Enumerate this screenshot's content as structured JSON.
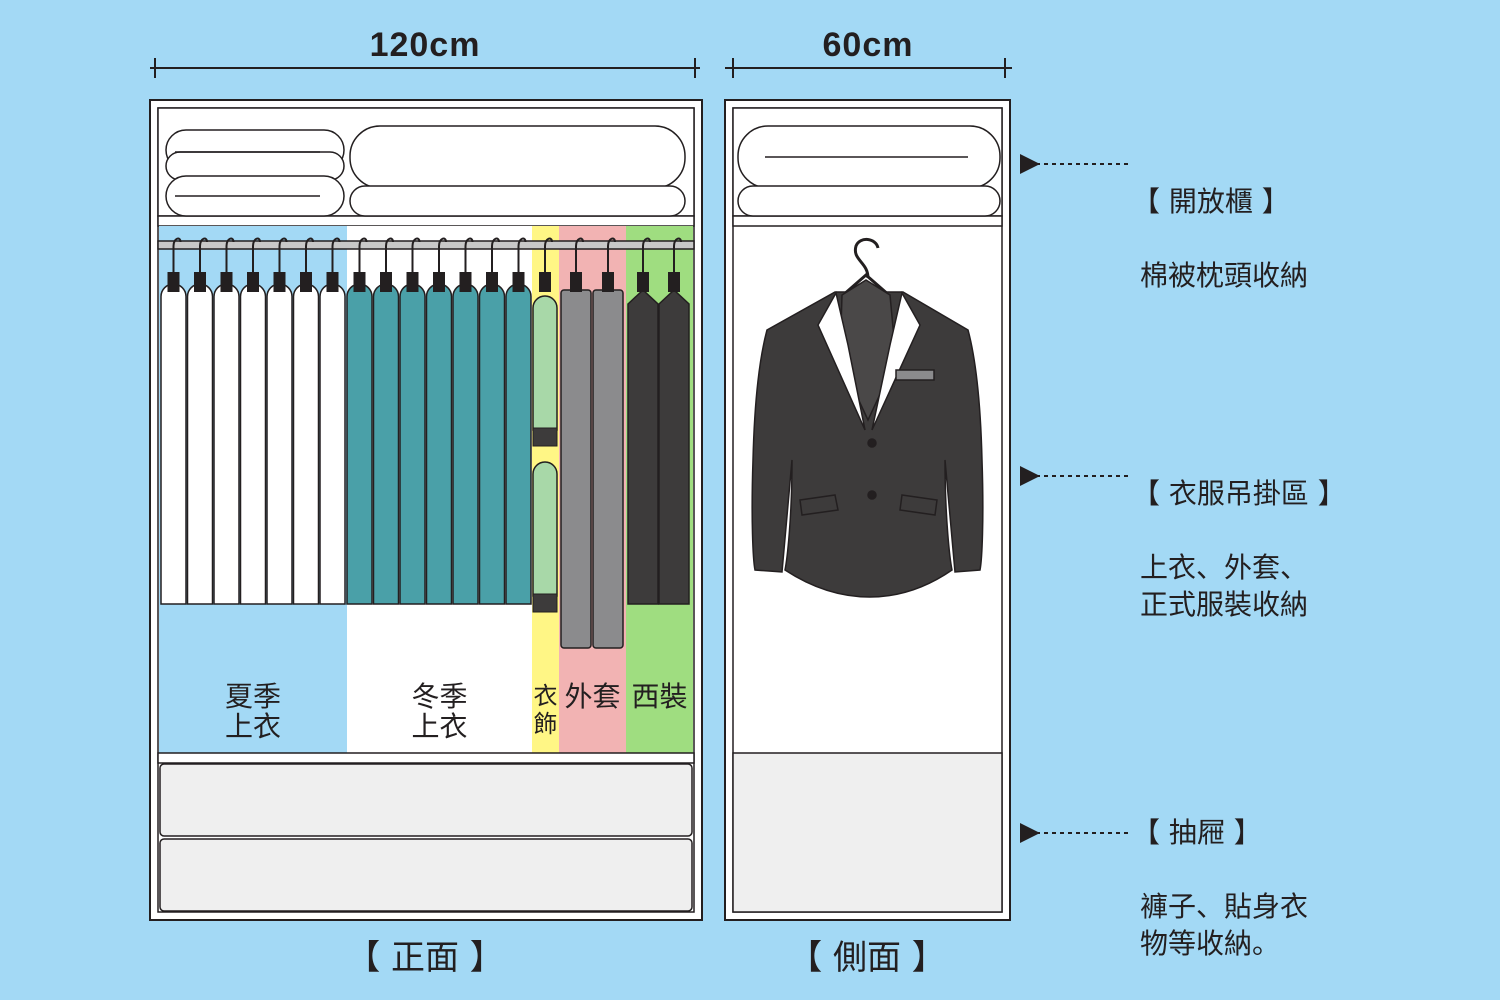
{
  "dimensions": {
    "front_width": "120cm",
    "side_width": "60cm"
  },
  "views": {
    "front": "【 正面 】",
    "side": "【 側面 】"
  },
  "zones": {
    "summer": "夏季\n上衣",
    "winter": "冬季\n上衣",
    "accessories": "衣\n飾",
    "coats": "外套",
    "suits": "西裝"
  },
  "annotations": [
    {
      "title": "【 開放櫃 】",
      "body": "棉被枕頭收納"
    },
    {
      "title": "【 衣服吊掛區 】",
      "body": "上衣、外套、\n正式服裝收納"
    },
    {
      "title": "【 抽屜 】",
      "body": "褲子、貼身衣\n物等收納。"
    }
  ],
  "colors": {
    "background": "#a3d9f5",
    "summer_zone": "#a3d9f5",
    "winter_zone": "#ffffff",
    "accessories_zone": "#fff685",
    "coats_zone": "#f2b3b3",
    "suits_zone": "#9fdd80",
    "summer_shirts": "#ffffff",
    "winter_shirts": "#4aa0a8",
    "accessories_items": "#a8d8a8",
    "coats_items": "#8b8b8d",
    "suits_items": "#3d3b3b",
    "drawer": "#efefef",
    "outline": "#231f20"
  }
}
